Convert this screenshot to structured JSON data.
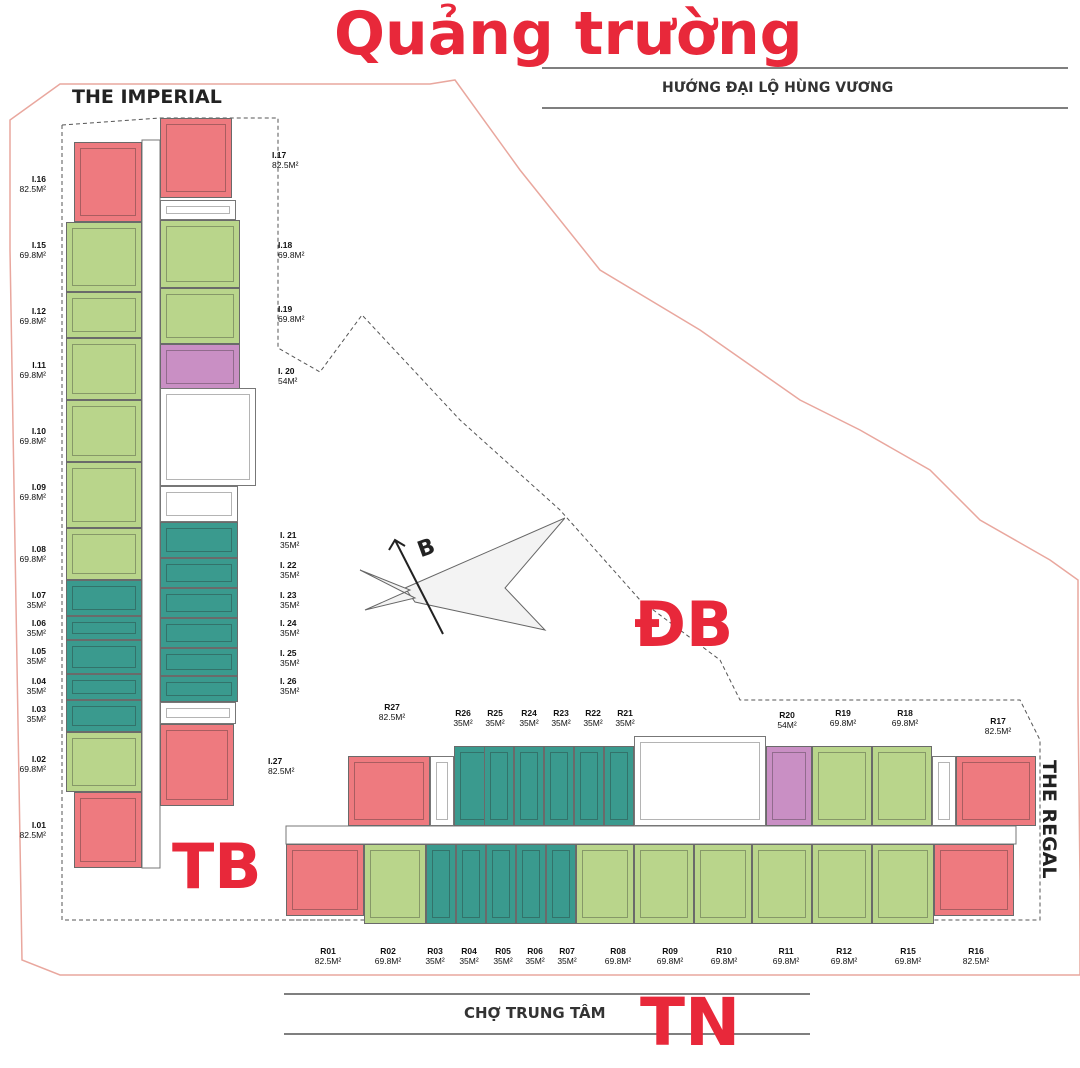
{
  "header": {
    "title": "Quảng trường",
    "subtitle": "HƯỚNG ĐẠI LỘ HÙNG VƯƠNG"
  },
  "footer": {
    "label": "CHỢ TRUNG TÂM",
    "direction": "TN"
  },
  "directions": {
    "db": "ĐB",
    "tb": "TB",
    "tn": "TN"
  },
  "compass": {
    "north_label": "B"
  },
  "buildings": {
    "imperial": "THE IMPERIAL",
    "regal": "THE REGAL"
  },
  "colors": {
    "area_82_5": "#ee7a7f",
    "area_69_8": "#b9d58b",
    "area_35": "#3a9a8e",
    "area_54": "#c98fc4",
    "accent_red": "#e8283a"
  },
  "imperial_units": [
    {
      "name": "I.16",
      "area": "82.5M²",
      "color": "red"
    },
    {
      "name": "I.15",
      "area": "69.8M²",
      "color": "green"
    },
    {
      "name": "I.12",
      "area": "69.8M²",
      "color": "green"
    },
    {
      "name": "I.11",
      "area": "69.8M²",
      "color": "green"
    },
    {
      "name": "I.10",
      "area": "69.8M²",
      "color": "green"
    },
    {
      "name": "I.09",
      "area": "69.8M²",
      "color": "green"
    },
    {
      "name": "I.08",
      "area": "69.8M²",
      "color": "green"
    },
    {
      "name": "I.07",
      "area": "35M²",
      "color": "teal"
    },
    {
      "name": "I.06",
      "area": "35M²",
      "color": "teal"
    },
    {
      "name": "I.05",
      "area": "35M²",
      "color": "teal"
    },
    {
      "name": "I.04",
      "area": "35M²",
      "color": "teal"
    },
    {
      "name": "I.03",
      "area": "35M²",
      "color": "teal"
    },
    {
      "name": "I.02",
      "area": "69.8M²",
      "color": "green"
    },
    {
      "name": "I.01",
      "area": "82.5M²",
      "color": "red"
    },
    {
      "name": "I.17",
      "area": "82.5M²",
      "color": "red"
    },
    {
      "name": "I.18",
      "area": "69.8M²",
      "color": "green"
    },
    {
      "name": "I.19",
      "area": "69.8M²",
      "color": "green"
    },
    {
      "name": "I. 20",
      "area": "54M²",
      "color": "purple"
    },
    {
      "name": "I. 21",
      "area": "35M²",
      "color": "teal"
    },
    {
      "name": "I. 22",
      "area": "35M²",
      "color": "teal"
    },
    {
      "name": "I. 23",
      "area": "35M²",
      "color": "teal"
    },
    {
      "name": "I. 24",
      "area": "35M²",
      "color": "teal"
    },
    {
      "name": "I. 25",
      "area": "35M²",
      "color": "teal"
    },
    {
      "name": "I. 26",
      "area": "35M²",
      "color": "teal"
    },
    {
      "name": "I.27",
      "area": "82.5M²",
      "color": "red"
    }
  ],
  "regal_top_units": [
    {
      "name": "R27",
      "area": "82.5M²",
      "color": "red"
    },
    {
      "name": "R26",
      "area": "35M²",
      "color": "teal"
    },
    {
      "name": "R25",
      "area": "35M²",
      "color": "teal"
    },
    {
      "name": "R24",
      "area": "35M²",
      "color": "teal"
    },
    {
      "name": "R23",
      "area": "35M²",
      "color": "teal"
    },
    {
      "name": "R22",
      "area": "35M²",
      "color": "teal"
    },
    {
      "name": "R21",
      "area": "35M²",
      "color": "teal"
    },
    {
      "name": "R20",
      "area": "54M²",
      "color": "purple"
    },
    {
      "name": "R19",
      "area": "69.8M²",
      "color": "green"
    },
    {
      "name": "R18",
      "area": "69.8M²",
      "color": "green"
    },
    {
      "name": "R17",
      "area": "82.5M²",
      "color": "red"
    }
  ],
  "regal_bottom_units": [
    {
      "name": "R01",
      "area": "82.5M²",
      "color": "red"
    },
    {
      "name": "R02",
      "area": "69.8M²",
      "color": "green"
    },
    {
      "name": "R03",
      "area": "35M²",
      "color": "teal"
    },
    {
      "name": "R04",
      "area": "35M²",
      "color": "teal"
    },
    {
      "name": "R05",
      "area": "35M²",
      "color": "teal"
    },
    {
      "name": "R06",
      "area": "35M²",
      "color": "teal"
    },
    {
      "name": "R07",
      "area": "35M²",
      "color": "teal"
    },
    {
      "name": "R08",
      "area": "69.8M²",
      "color": "green"
    },
    {
      "name": "R09",
      "area": "69.8M²",
      "color": "green"
    },
    {
      "name": "R10",
      "area": "69.8M²",
      "color": "green"
    },
    {
      "name": "R11",
      "area": "69.8M²",
      "color": "green"
    },
    {
      "name": "R12",
      "area": "69.8M²",
      "color": "green"
    },
    {
      "name": "R15",
      "area": "69.8M²",
      "color": "green"
    },
    {
      "name": "R16",
      "area": "82.5M²",
      "color": "red"
    }
  ]
}
